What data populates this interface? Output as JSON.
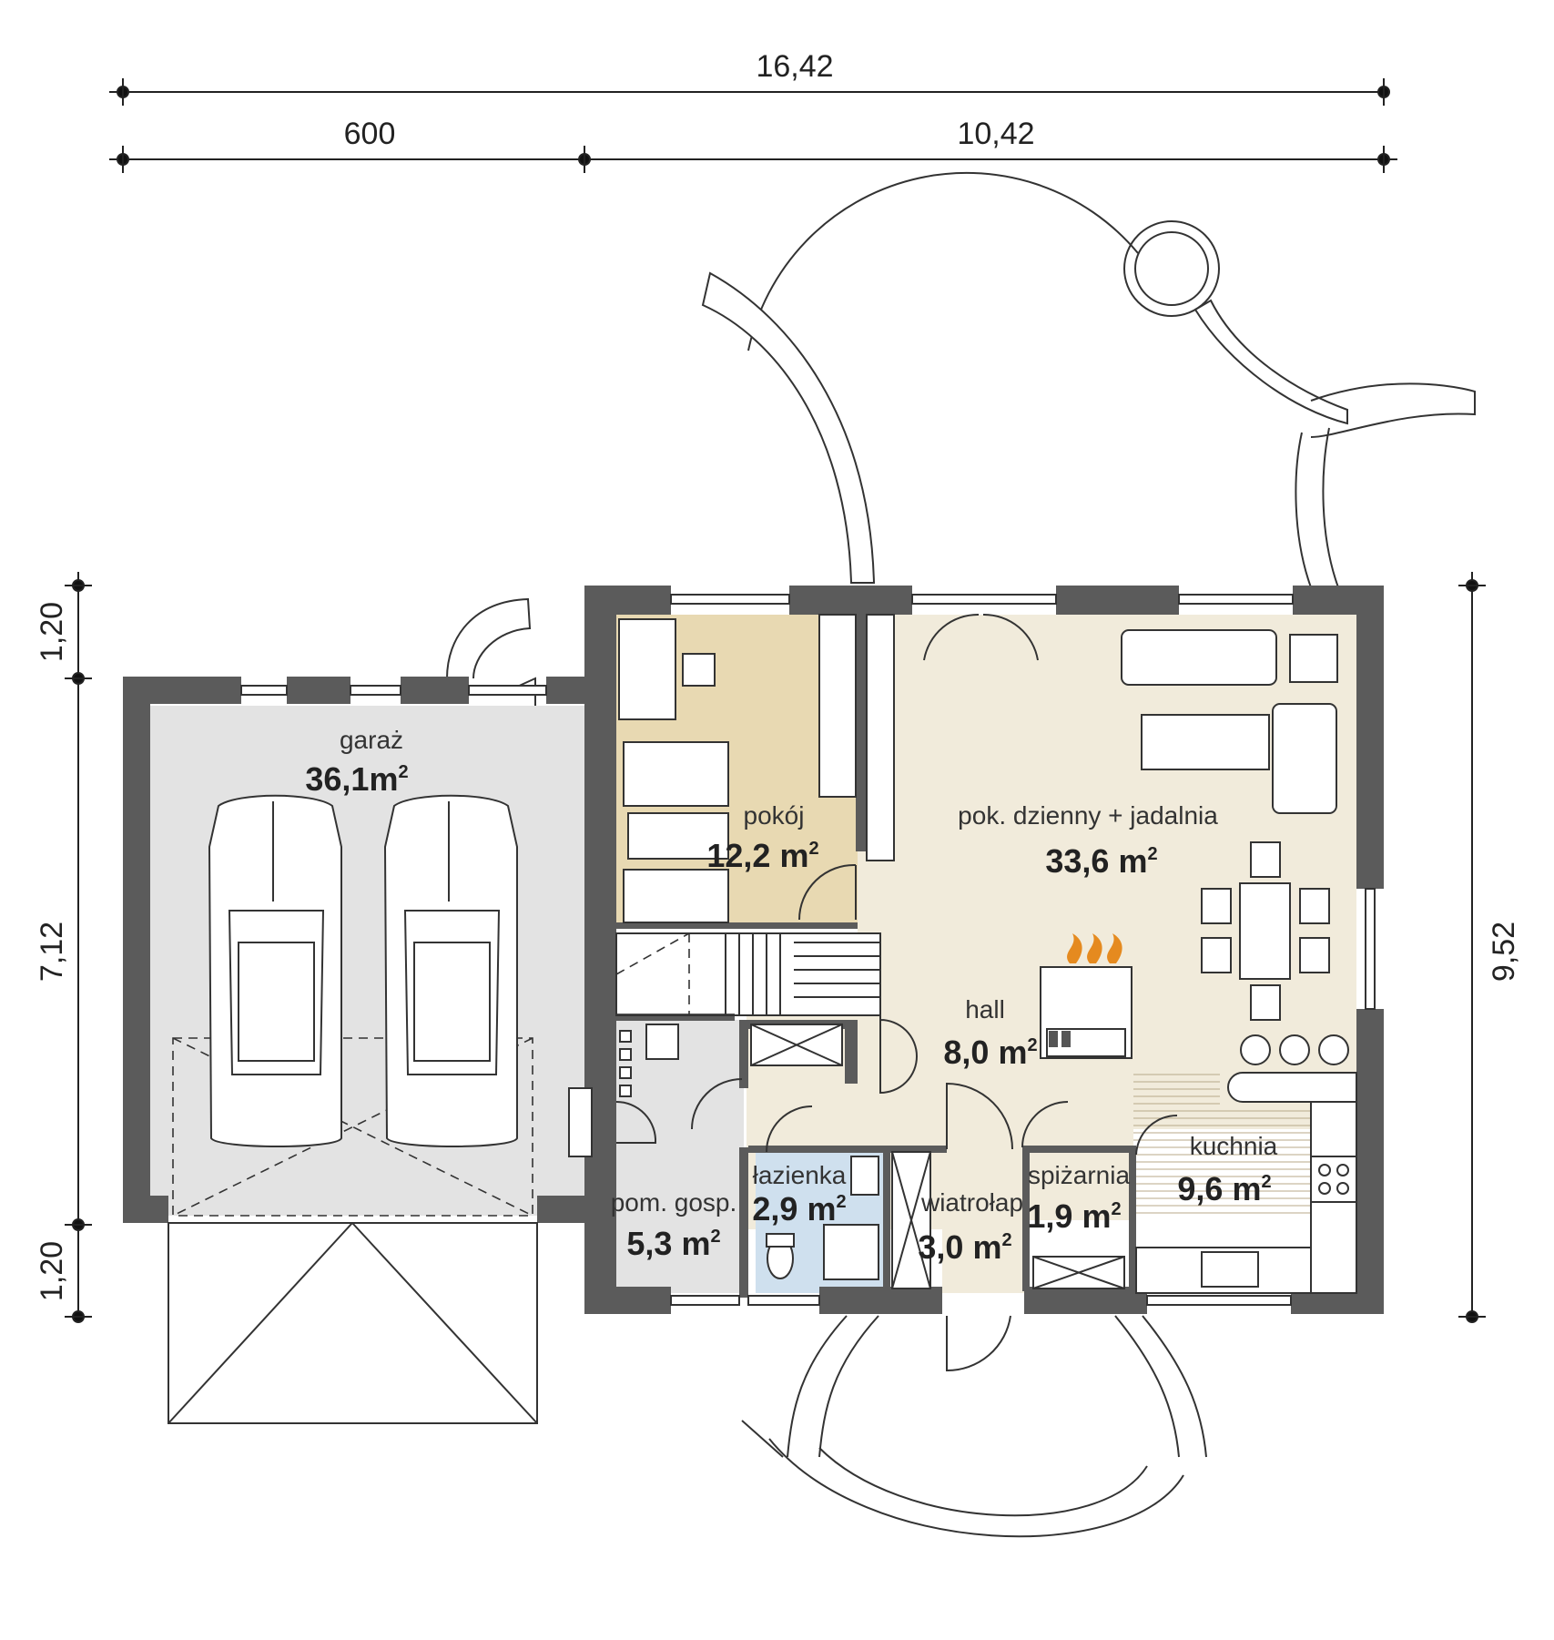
{
  "dimensions": {
    "top_total": "16,42",
    "top_left": "600",
    "top_right": "10,42",
    "left_top": "1,20",
    "left_middle": "7,12",
    "left_bottom": "1,20",
    "right_total": "9,52"
  },
  "rooms": {
    "garaz": {
      "name": "garaż",
      "area": "36,1m",
      "unit_sup": "2"
    },
    "pokoj": {
      "name": "pokój",
      "area": "12,2 m",
      "unit_sup": "2"
    },
    "dzienny": {
      "name": "pok. dzienny + jadalnia",
      "area": "33,6 m",
      "unit_sup": "2"
    },
    "hall": {
      "name": "hall",
      "area": "8,0 m",
      "unit_sup": "2"
    },
    "lazienka": {
      "name": "łazienka",
      "area": "2,9 m",
      "unit_sup": "2"
    },
    "gosp": {
      "name": "pom. gosp.",
      "area": "5,3 m",
      "unit_sup": "2"
    },
    "wiatrolap": {
      "name": "wiatrołap",
      "area": "3,0 m",
      "unit_sup": "2"
    },
    "spizarnia": {
      "name": "spiżarnia",
      "area": "1,9 m",
      "unit_sup": "2"
    },
    "kuchnia": {
      "name": "kuchnia",
      "area": "9,6 m",
      "unit_sup": "2"
    }
  },
  "colors": {
    "wall": "#5b5b5b",
    "garage_floor": "#e3e3e3",
    "room_floor": "#e8d9b2",
    "living_floor": "#f1ebdb",
    "utility_floor": "#e3e3e3",
    "bath_floor": "#cfe0ee",
    "fire": "#e58a1f"
  }
}
